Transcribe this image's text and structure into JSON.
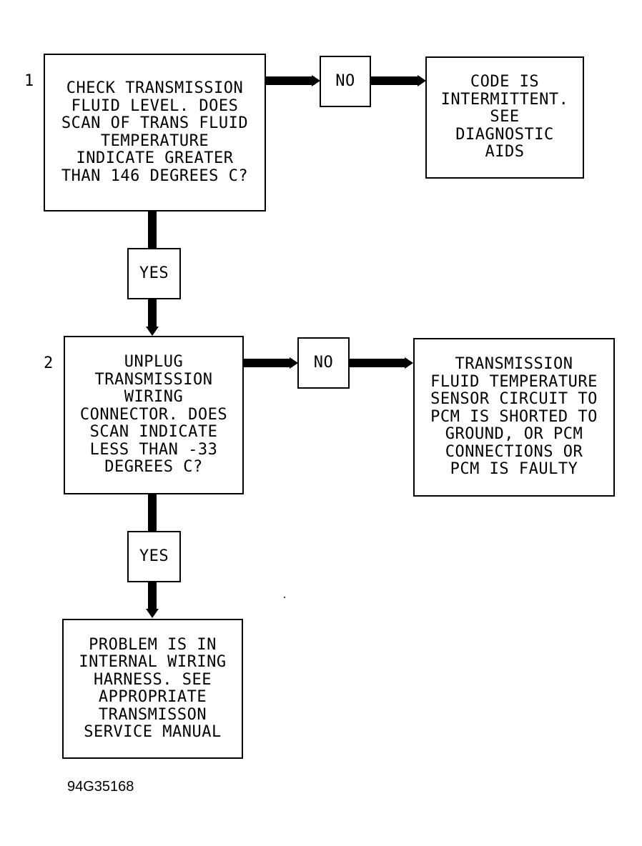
{
  "steps": [
    {
      "number": "1",
      "question": "CHECK TRANSMISSION\nFLUID LEVEL. DOES\nSCAN OF TRANS FLUID\nTEMPERATURE\nINDICATE GREATER\nTHAN 146 DEGREES C?",
      "no_label": "NO",
      "no_result": "CODE IS\nINTERMITTENT.\nSEE\nDIAGNOSTIC\nAIDS",
      "yes_label": "YES"
    },
    {
      "number": "2",
      "question": "UNPLUG\nTRANSMISSION\nWIRING\nCONNECTOR. DOES\nSCAN INDICATE\nLESS THAN -33\nDEGREES C?",
      "no_label": "NO",
      "no_result": "TRANSMISSION\nFLUID TEMPERATURE\nSENSOR CIRCUIT TO\nPCM IS SHORTED TO\nGROUND, OR PCM\nCONNECTIONS OR\nPCM IS FAULTY",
      "yes_label": "YES"
    }
  ],
  "final_result": "PROBLEM IS IN\nINTERNAL WIRING\nHARNESS. SEE\nAPPROPRIATE\nTRANSMISSON\nSERVICE MANUAL",
  "figure_id": "94G35168"
}
